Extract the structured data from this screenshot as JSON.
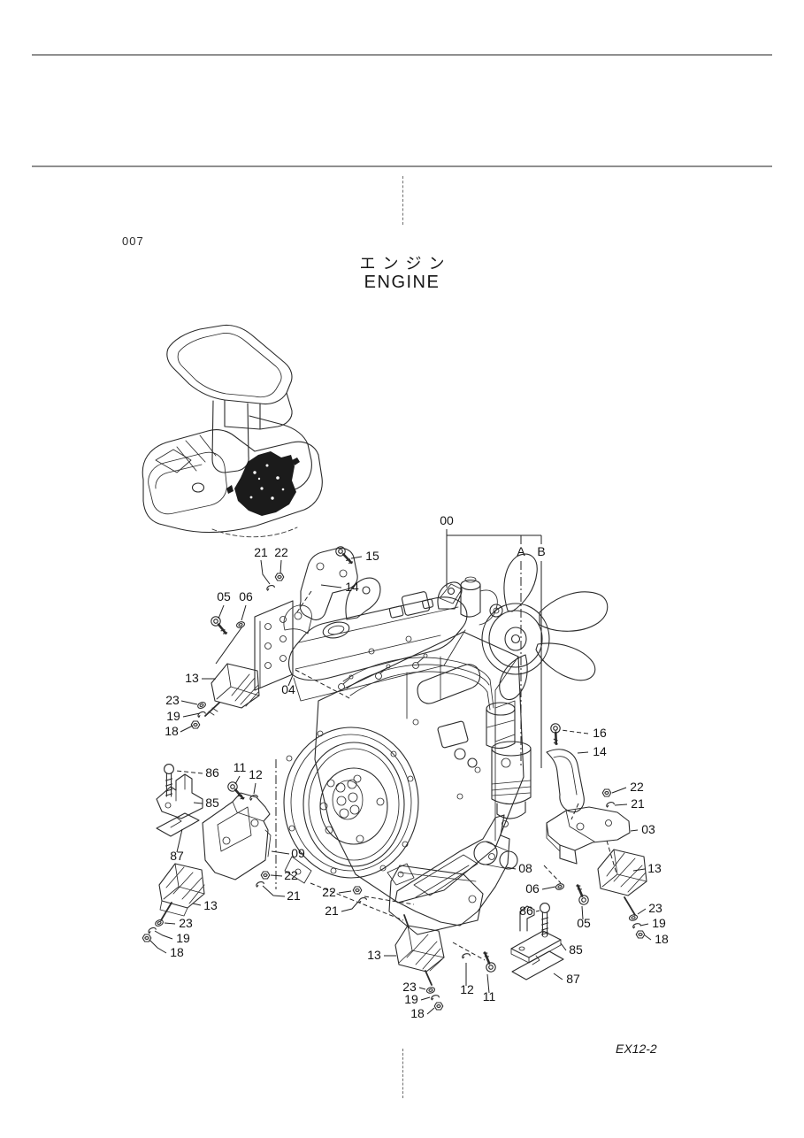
{
  "page": {
    "number": "007",
    "title_jp": "エンジン",
    "title_en": "ENGINE",
    "plate_code": "EX12-2"
  },
  "figure": {
    "description": "Exploded parts diagram of engine and engine mounts",
    "callouts": [
      {
        "text": "00"
      },
      {
        "text": "A"
      },
      {
        "text": "B"
      },
      {
        "text": "21"
      },
      {
        "text": "22"
      },
      {
        "text": "15"
      },
      {
        "text": "14"
      },
      {
        "text": "05"
      },
      {
        "text": "06"
      },
      {
        "text": "13"
      },
      {
        "text": "04"
      },
      {
        "text": "23"
      },
      {
        "text": "19"
      },
      {
        "text": "18"
      },
      {
        "text": "11"
      },
      {
        "text": "12"
      },
      {
        "text": "86"
      },
      {
        "text": "85"
      },
      {
        "text": "87"
      },
      {
        "text": "09"
      },
      {
        "text": "22"
      },
      {
        "text": "21"
      },
      {
        "text": "13"
      },
      {
        "text": "23"
      },
      {
        "text": "19"
      },
      {
        "text": "18"
      },
      {
        "text": "22"
      },
      {
        "text": "21"
      },
      {
        "text": "13"
      },
      {
        "text": "23"
      },
      {
        "text": "19"
      },
      {
        "text": "18"
      },
      {
        "text": "12"
      },
      {
        "text": "11"
      },
      {
        "text": "08"
      },
      {
        "text": "06"
      },
      {
        "text": "86"
      },
      {
        "text": "05"
      },
      {
        "text": "85"
      },
      {
        "text": "87"
      },
      {
        "text": "16"
      },
      {
        "text": "14"
      },
      {
        "text": "22"
      },
      {
        "text": "21"
      },
      {
        "text": "03"
      },
      {
        "text": "13"
      },
      {
        "text": "23"
      },
      {
        "text": "19"
      },
      {
        "text": "18"
      }
    ]
  }
}
